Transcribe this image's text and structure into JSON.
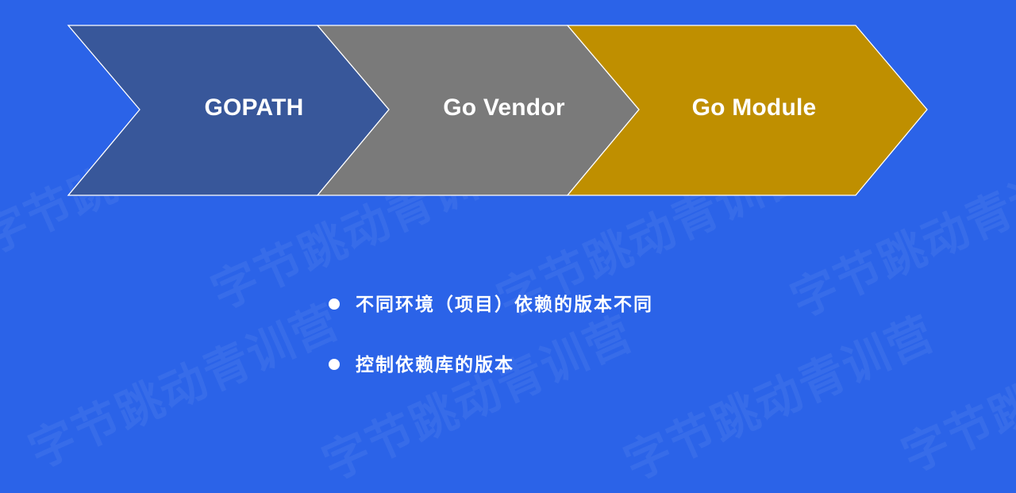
{
  "diagram": {
    "stages": [
      {
        "label": "GOPATH",
        "color": "#38579a"
      },
      {
        "label": "Go Vendor",
        "color": "#7a7a7a"
      },
      {
        "label": "Go Module",
        "color": "#bf8f00"
      }
    ]
  },
  "points": [
    {
      "text": "不同环境（项目）依赖的版本不同"
    },
    {
      "text": "控制依赖库的版本"
    }
  ],
  "watermark": {
    "text": "字节跳动青训营"
  }
}
